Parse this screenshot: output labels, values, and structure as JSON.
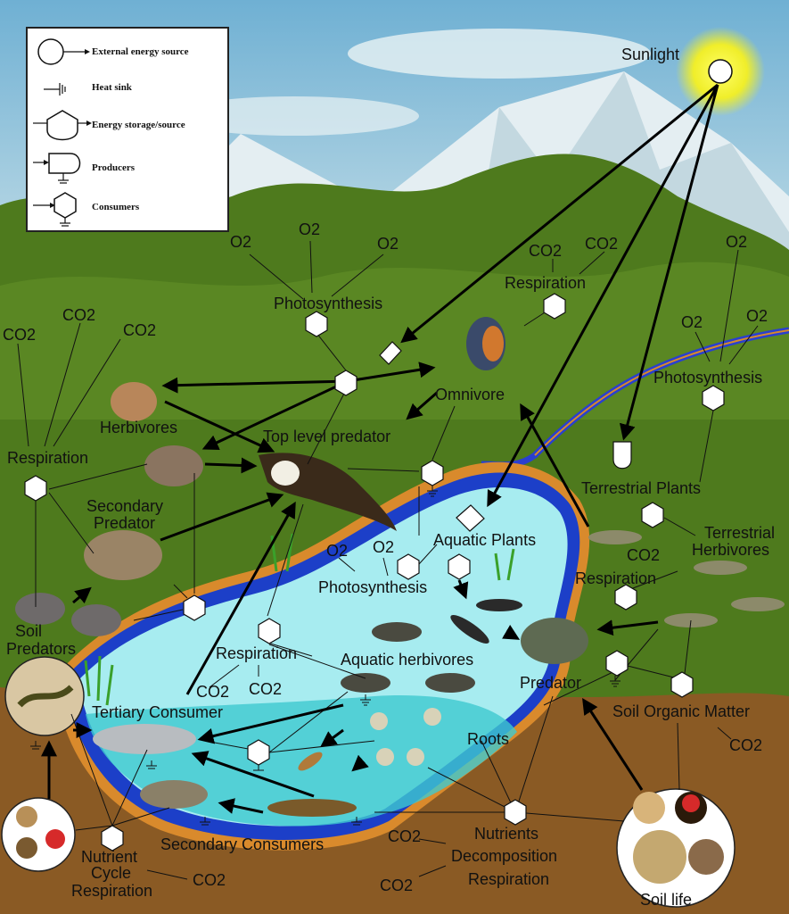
{
  "legend": {
    "items": [
      {
        "label": "External energy source",
        "symbol": "external-energy-source"
      },
      {
        "label": "Heat sink",
        "symbol": "heat-sink"
      },
      {
        "label": "Energy storage/source",
        "symbol": "energy-storage"
      },
      {
        "label": "Producers",
        "symbol": "producer"
      },
      {
        "label": "Consumers",
        "symbol": "consumer"
      }
    ]
  },
  "labels": {
    "sunlight": "Sunlight",
    "o2_a": "O2",
    "o2_b": "O2",
    "o2_c": "O2",
    "photosynthesis_top": "Photosynthesis",
    "co2_resp_a": "CO2",
    "co2_resp_b": "CO2",
    "respiration_bird": "Respiration",
    "co2_left_a": "CO2",
    "co2_left_b": "CO2",
    "co2_left_c": "CO2",
    "respiration_left": "Respiration",
    "herbivores": "Herbivores",
    "top_level_predator": "Top level predator",
    "omnivore": "Omnivore",
    "o2_right_a": "O2",
    "o2_right_b": "O2",
    "o2_right_c": "O2",
    "photosynthesis_right": "Photosynthesis",
    "terrestrial_plants": "Terrestrial Plants",
    "terrestrial_herbivores_1": "Terrestrial",
    "terrestrial_herbivores_2": "Herbivores",
    "secondary_predator_1": "Secondary",
    "secondary_predator_2": "Predator",
    "aquatic_plants": "Aquatic Plants",
    "o2_aq_a": "O2",
    "o2_aq_b": "O2",
    "photosynthesis_aq": "Photosynthesis",
    "co2_right_resp": "CO2",
    "respiration_right": "Respiration",
    "soil_predators_1": "Soil",
    "soil_predators_2": "Predators",
    "respiration_pond": "Respiration",
    "co2_pond_a": "CO2",
    "co2_pond_b": "CO2",
    "aquatic_herbivores": "Aquatic herbivores",
    "predator": "Predator",
    "tertiary_consumer": "Tertiary Consumer",
    "soil_organic_matter": "Soil Organic Matter",
    "co2_som": "CO2",
    "roots": "Roots",
    "secondary_consumers": "Secondary Consumers",
    "co2_nutrients": "CO2",
    "nutrients": "Nutrients",
    "decomposition": "Decomposition",
    "respiration_decomp": "Respiration",
    "co2_bottom": "CO2",
    "nutrient_1": "Nutrient",
    "cycle_1": "Cycle",
    "respiration_nutrient": "Respiration",
    "co2_nutrient": "CO2",
    "soil_life": "Soil life"
  },
  "colors": {
    "sky": "#8ec3dd",
    "mountain": "#dfeaf0",
    "forest": "#4f7a1c",
    "pond": "#9fe6ee",
    "pond_edge": "#1c3fc8",
    "soil": "#8a5a24",
    "sun": "#f6f12a"
  }
}
